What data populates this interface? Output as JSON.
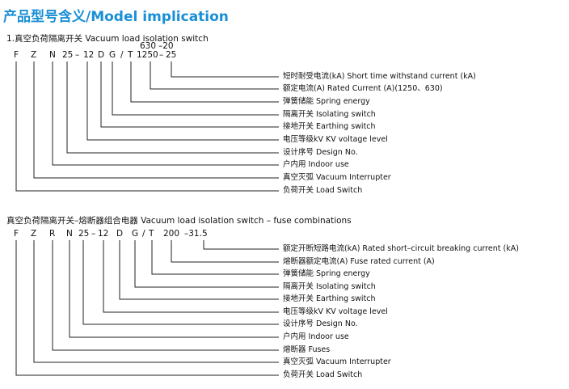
{
  "title": "产品型号含义/Model implication",
  "section1": {
    "title": "1.真空负荷隔离开关 Vacuum load isolation switch",
    "codes": [
      "F",
      "Z",
      "N",
      "25",
      "–",
      "12",
      "D",
      "G",
      "/",
      "T",
      "1250",
      "–",
      "25"
    ],
    "upper": [
      "630",
      "–20"
    ],
    "labels": [
      "短时耐受电流(kA) Short time withstand current (kA)",
      "额定电流(A) Rated Current (A)(1250、630)",
      "弹簧储能 Spring energy",
      "隔离开关 Isolating switch",
      "接地开关 Earthing switch",
      "电压等级kV KV voltage level",
      "设计序号 Design No.",
      "户内用 Indoor use",
      "真空灭弧 Vacuum Interrupter",
      "负荷开关 Load Switch"
    ]
  },
  "section2": {
    "title": "真空负荷隔离开关–熔断器组合电器 Vacuum load isolation switch – fuse combinations",
    "codes": [
      "F",
      "Z",
      "R",
      "N",
      "25",
      "–",
      "12",
      "D",
      "G",
      "/",
      "T",
      "200",
      "–31.5"
    ],
    "labels": [
      "额定开断短路电流(kA) Rated short–circuit breaking current (kA)",
      "熔断器额定电流(A) Fuse rated current (A)",
      "弹簧储能 Spring energy",
      "隔离开关 Isolating switch",
      "接地开关 Earthing switch",
      "电压等级kV KV voltage level",
      "设计序号 Design No.",
      "户内用 Indoor use",
      "熔断器 Fuses",
      "真空灭弧 Vacuum Interrupter",
      "负荷开关 Load Switch"
    ]
  }
}
